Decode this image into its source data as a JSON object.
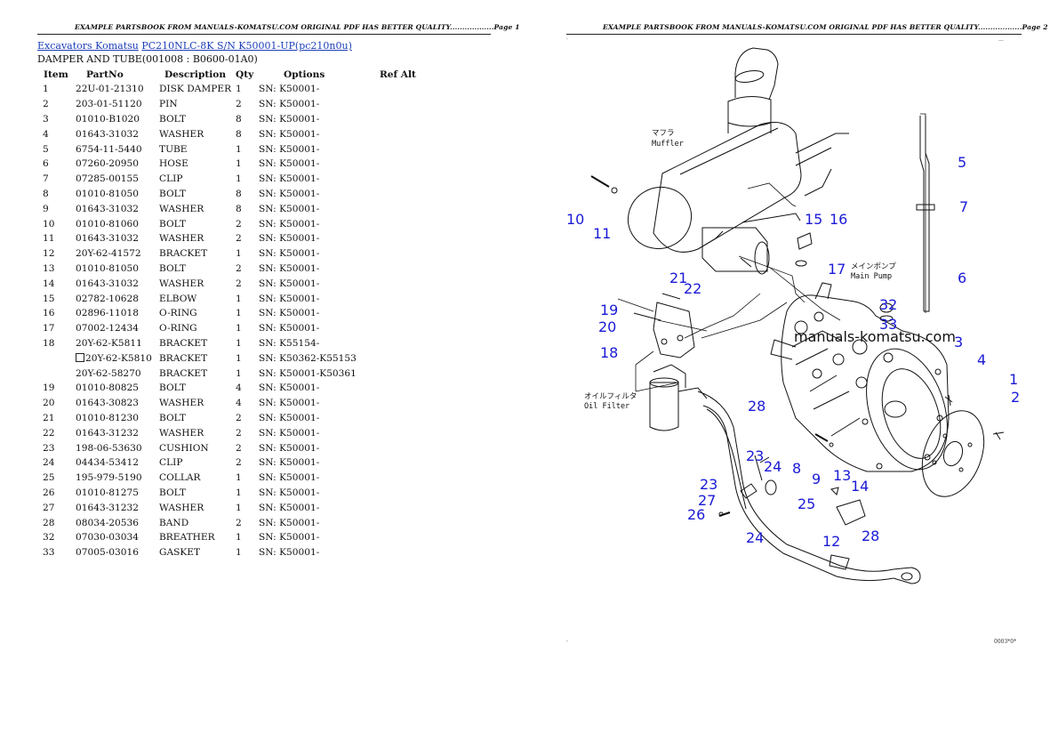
{
  "left_page": {
    "header": "EXAMPLE PARTSBOOK FROM MANUALS-KOMATSU.COM ORIGINAL PDF HAS BETTER QUALITY..................Page 1",
    "breadcrumb": {
      "link1": "Excavators Komatsu",
      "link2": "PC210NLC-8K S/N K50001-UP(pc210n0u)"
    },
    "section_title": "DAMPER AND TUBE(001008 : B0600-01A0)",
    "table": {
      "headers": [
        "Item",
        "PartNo",
        "Description",
        "Qty",
        "Options",
        "Ref Alt"
      ],
      "rows": [
        {
          "item": "1",
          "part": "22U-01-21310",
          "desc": "DISK DAMPER",
          "qty": "1",
          "opt": "SN: K50001-",
          "alt": false
        },
        {
          "item": "2",
          "part": "203-01-51120",
          "desc": "PIN",
          "qty": "2",
          "opt": "SN: K50001-",
          "alt": false
        },
        {
          "item": "3",
          "part": "01010-B1020",
          "desc": "BOLT",
          "qty": "8",
          "opt": "SN: K50001-",
          "alt": false
        },
        {
          "item": "4",
          "part": "01643-31032",
          "desc": "WASHER",
          "qty": "8",
          "opt": "SN: K50001-",
          "alt": false
        },
        {
          "item": "5",
          "part": "6754-11-5440",
          "desc": "TUBE",
          "qty": "1",
          "opt": "SN: K50001-",
          "alt": false
        },
        {
          "item": "6",
          "part": "07260-20950",
          "desc": "HOSE",
          "qty": "1",
          "opt": "SN: K50001-",
          "alt": false
        },
        {
          "item": "7",
          "part": "07285-00155",
          "desc": "CLIP",
          "qty": "1",
          "opt": "SN: K50001-",
          "alt": false
        },
        {
          "item": "8",
          "part": "01010-81050",
          "desc": "BOLT",
          "qty": "8",
          "opt": "SN: K50001-",
          "alt": false
        },
        {
          "item": "9",
          "part": "01643-31032",
          "desc": "WASHER",
          "qty": "8",
          "opt": "SN: K50001-",
          "alt": false
        },
        {
          "item": "10",
          "part": "01010-81060",
          "desc": "BOLT",
          "qty": "2",
          "opt": "SN: K50001-",
          "alt": false
        },
        {
          "item": "11",
          "part": "01643-31032",
          "desc": "WASHER",
          "qty": "2",
          "opt": "SN: K50001-",
          "alt": false
        },
        {
          "item": "12",
          "part": "20Y-62-41572",
          "desc": "BRACKET",
          "qty": "1",
          "opt": "SN: K50001-",
          "alt": false
        },
        {
          "item": "13",
          "part": "01010-81050",
          "desc": "BOLT",
          "qty": "2",
          "opt": "SN: K50001-",
          "alt": false
        },
        {
          "item": "14",
          "part": "01643-31032",
          "desc": "WASHER",
          "qty": "2",
          "opt": "SN: K50001-",
          "alt": false
        },
        {
          "item": "15",
          "part": "02782-10628",
          "desc": "ELBOW",
          "qty": "1",
          "opt": "SN: K50001-",
          "alt": false
        },
        {
          "item": "16",
          "part": "02896-11018",
          "desc": "O-RING",
          "qty": "1",
          "opt": "SN: K50001-",
          "alt": false
        },
        {
          "item": "17",
          "part": "07002-12434",
          "desc": "O-RING",
          "qty": "1",
          "opt": "SN: K50001-",
          "alt": false
        },
        {
          "item": "18",
          "part": "20Y-62-K5811",
          "desc": "BRACKET",
          "qty": "1",
          "opt": "SN: K55154-",
          "alt": false
        },
        {
          "item": "",
          "part": "20Y-62-K5810",
          "desc": "BRACKET",
          "qty": "1",
          "opt": "SN: K50362-K55153",
          "alt": true
        },
        {
          "item": "",
          "part": "20Y-62-58270",
          "desc": "BRACKET",
          "qty": "1",
          "opt": "SN: K50001-K50361",
          "alt": false
        },
        {
          "item": "19",
          "part": "01010-80825",
          "desc": "BOLT",
          "qty": "4",
          "opt": "SN: K50001-",
          "alt": false
        },
        {
          "item": "20",
          "part": "01643-30823",
          "desc": "WASHER",
          "qty": "4",
          "opt": "SN: K50001-",
          "alt": false
        },
        {
          "item": "21",
          "part": "01010-81230",
          "desc": "BOLT",
          "qty": "2",
          "opt": "SN: K50001-",
          "alt": false
        },
        {
          "item": "22",
          "part": "01643-31232",
          "desc": "WASHER",
          "qty": "2",
          "opt": "SN: K50001-",
          "alt": false
        },
        {
          "item": "23",
          "part": "198-06-53630",
          "desc": "CUSHION",
          "qty": "2",
          "opt": "SN: K50001-",
          "alt": false
        },
        {
          "item": "24",
          "part": "04434-53412",
          "desc": "CLIP",
          "qty": "2",
          "opt": "SN: K50001-",
          "alt": false
        },
        {
          "item": "25",
          "part": "195-979-5190",
          "desc": "COLLAR",
          "qty": "1",
          "opt": "SN: K50001-",
          "alt": false
        },
        {
          "item": "26",
          "part": "01010-81275",
          "desc": "BOLT",
          "qty": "1",
          "opt": "SN: K50001-",
          "alt": false
        },
        {
          "item": "27",
          "part": "01643-31232",
          "desc": "WASHER",
          "qty": "1",
          "opt": "SN: K50001-",
          "alt": false
        },
        {
          "item": "28",
          "part": "08034-20536",
          "desc": "BAND",
          "qty": "2",
          "opt": "SN: K50001-",
          "alt": false
        },
        {
          "item": "32",
          "part": "07030-03034",
          "desc": "BREATHER",
          "qty": "1",
          "opt": "SN: K50001-",
          "alt": false
        },
        {
          "item": "33",
          "part": "07005-03016",
          "desc": "GASKET",
          "qty": "1",
          "opt": "SN: K50001-",
          "alt": false
        }
      ]
    }
  },
  "right_page": {
    "header": "EXAMPLE PARTSBOOK FROM MANUALS-KOMATSU.COM ORIGINAL PDF HAS BETTER QUALITY..................Page 2",
    "corner_top_right": "...",
    "corner_bottom_right": "0003*0*",
    "diagram": {
      "labels": {
        "muffler_jp": "マフラ",
        "muffler_en": "Muffler",
        "main_pump_jp": "メインポンプ",
        "main_pump_en": "Main Pump",
        "oil_filter_jp": "オイルフィルタ",
        "oil_filter_en": "Oil Filter"
      },
      "watermark": "manuals-komatsu.com",
      "callouts": [
        "1",
        "2",
        "3",
        "4",
        "5",
        "6",
        "7",
        "8",
        "9",
        "10",
        "11",
        "12",
        "13",
        "14",
        "15",
        "16",
        "17",
        "18",
        "19",
        "20",
        "21",
        "22",
        "23",
        "23",
        "24",
        "24",
        "25",
        "26",
        "27",
        "28",
        "28",
        "32",
        "33"
      ]
    }
  }
}
